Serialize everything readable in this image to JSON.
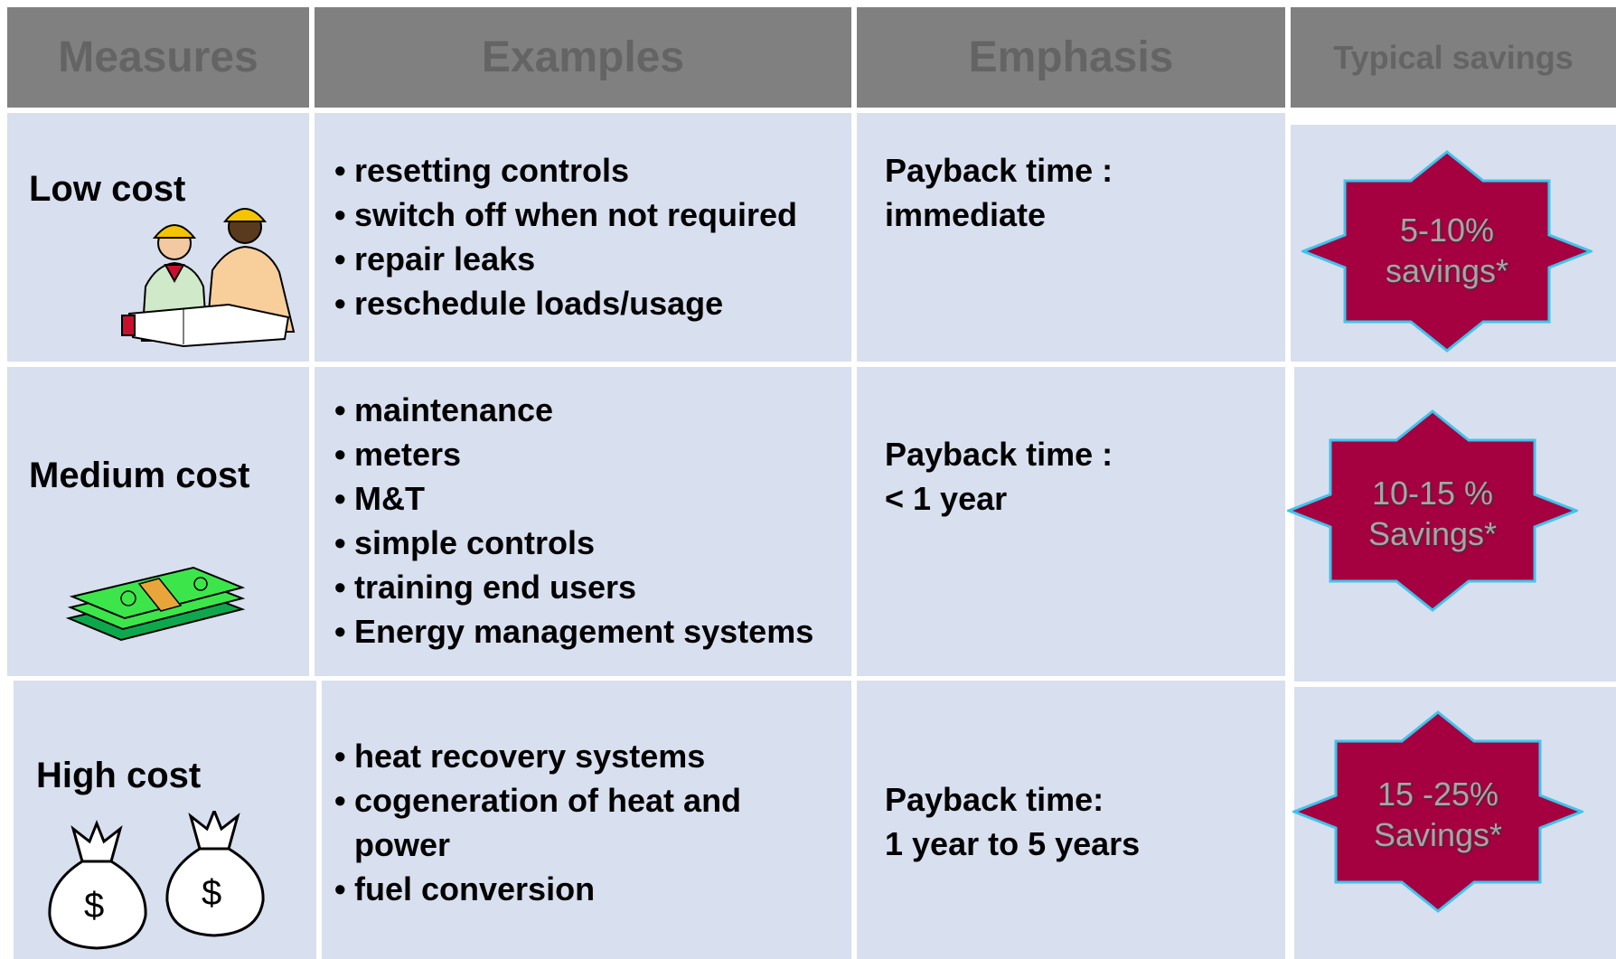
{
  "headers": {
    "measures": "Measures",
    "examples": "Examples",
    "emphasis": "Emphasis",
    "savings": "Typical savings"
  },
  "rows": [
    {
      "measure": "Low cost",
      "examples": [
        "resetting controls",
        "switch off when not required",
        "repair leaks",
        "reschedule loads/usage"
      ],
      "payback": [
        "Payback time :",
        "immediate"
      ],
      "savings": [
        "5-10%",
        "savings*"
      ],
      "icon": "engineers-with-blueprint-icon"
    },
    {
      "measure": "Medium cost",
      "examples": [
        "maintenance",
        "meters",
        "M&T",
        "simple controls",
        "training end users",
        "Energy management systems"
      ],
      "payback": [
        "Payback time :",
        "< 1 year"
      ],
      "savings": [
        "10-15 %",
        "Savings*"
      ],
      "icon": "cash-stack-icon"
    },
    {
      "measure": "High cost",
      "examples": [
        "heat recovery systems",
        "cogeneration of heat and",
        "power",
        "fuel conversion"
      ],
      "payback": [
        "Payback time:",
        "1 year to 5 years"
      ],
      "savings": [
        "15 -25%",
        "Savings*"
      ],
      "icon": "money-bags-icon"
    }
  ],
  "colors": {
    "header_bg": "#808080",
    "header_text": "#646464",
    "cell_bg": "#d8dfee",
    "star_fill": "#a50040",
    "star_stroke": "#3ec4ec",
    "star_text": "#a5a5a5"
  }
}
